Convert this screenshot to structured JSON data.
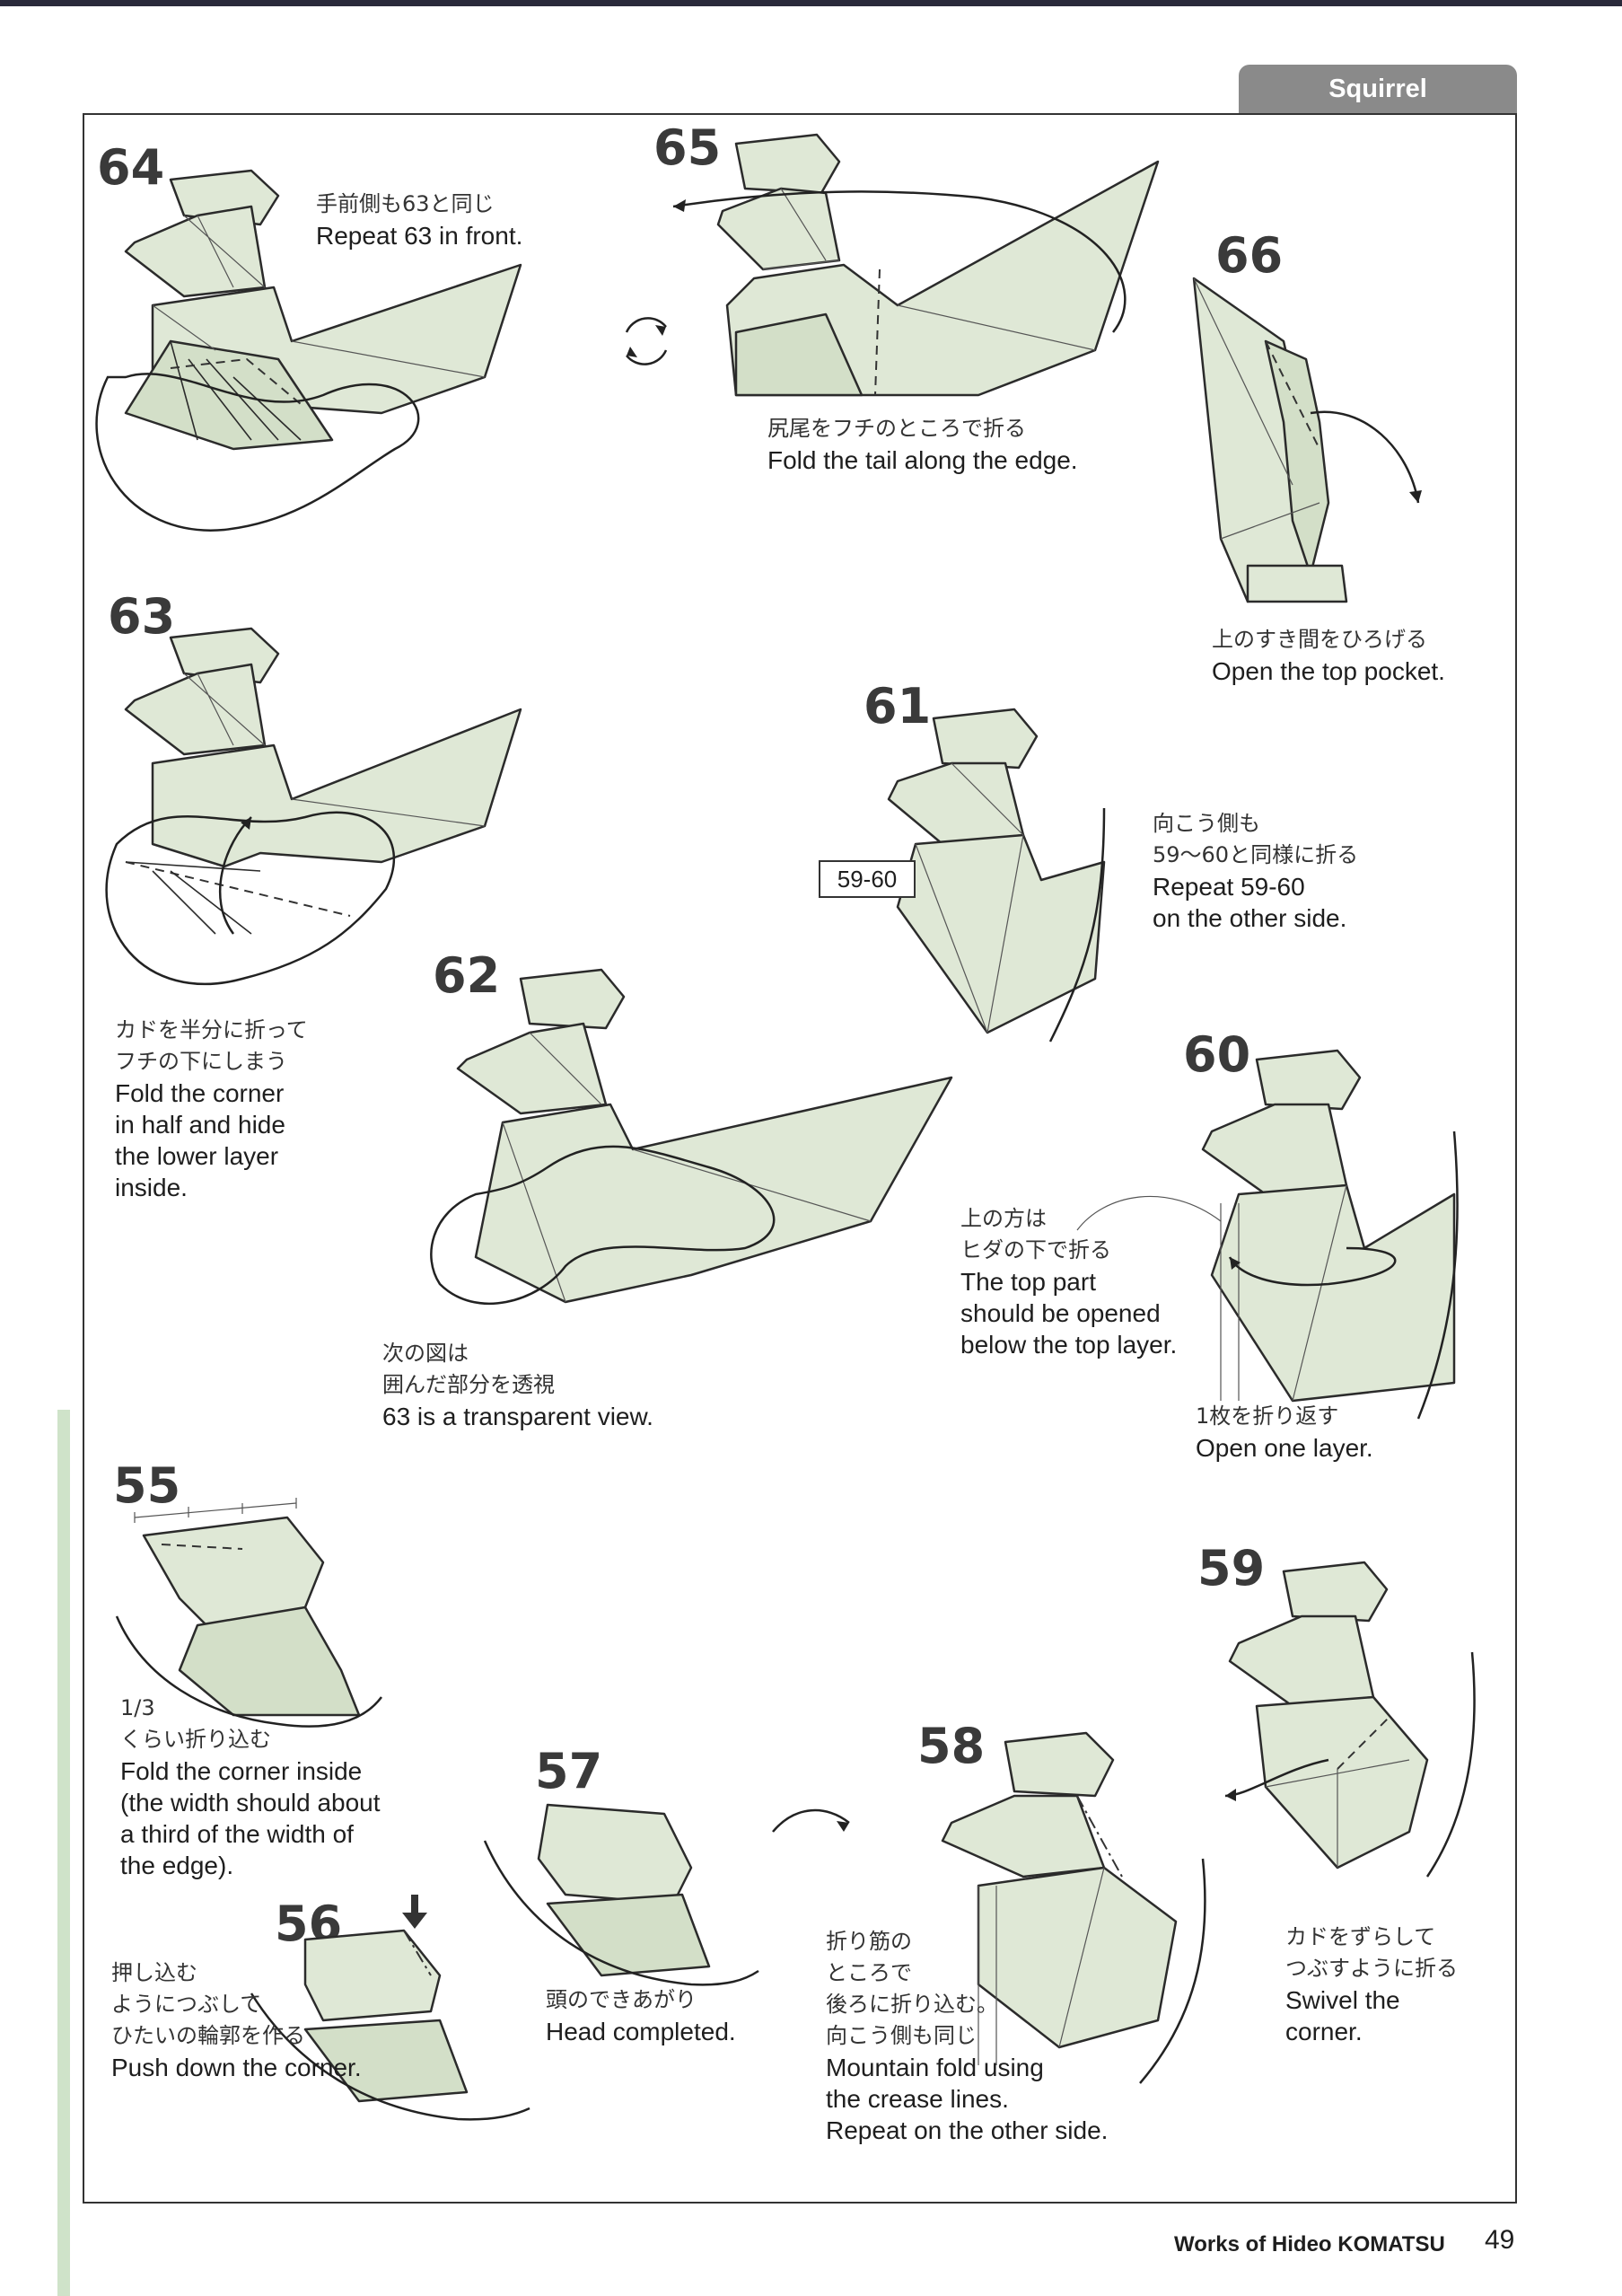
{
  "header": {
    "section_label": "Squirrel"
  },
  "steps": [
    {
      "id": "64",
      "number": "64",
      "jp": "手前側も63と同じ",
      "en": [
        "Repeat 63 in front."
      ]
    },
    {
      "id": "65",
      "number": "65",
      "jp": "尻尾をフチのところで折る",
      "en": [
        "Fold the tail along the edge."
      ]
    },
    {
      "id": "66",
      "number": "66",
      "jp": "上のすき間をひろげる",
      "en": [
        "Open the top pocket."
      ]
    },
    {
      "id": "63",
      "number": "63",
      "jp": [
        "カドを半分に折って",
        "フチの下にしまう"
      ],
      "en": [
        "Fold the corner",
        "in half and hide",
        "the lower layer",
        "inside."
      ]
    },
    {
      "id": "61",
      "number": "61",
      "jp": [
        "向こう側も",
        "59〜60と同様に折る"
      ],
      "en": [
        "Repeat 59-60",
        "on the other side."
      ],
      "ref_box": "59-60"
    },
    {
      "id": "62",
      "number": "62",
      "jp": [
        "次の図は",
        "囲んだ部分を透視"
      ],
      "en": [
        "63 is a transparent view."
      ]
    },
    {
      "id": "60",
      "number": "60",
      "jp": [
        "上の方は",
        "ヒダの下で折る"
      ],
      "en": [
        "The top part",
        "should be opened",
        "below the top layer."
      ],
      "jp2": "1枚を折り返す",
      "en2": "Open one layer."
    },
    {
      "id": "55",
      "number": "55",
      "fraction": "1/3",
      "jp": "くらい折り込む",
      "en": [
        "Fold the corner inside",
        "(the width should about",
        "a third of the width of",
        "the edge)."
      ]
    },
    {
      "id": "59",
      "number": "59",
      "jp": [
        "カドをずらして",
        "つぶすように折る"
      ],
      "en": [
        "Swivel the",
        "corner."
      ]
    },
    {
      "id": "57",
      "number": "57",
      "jp": "頭のできあがり",
      "en": [
        "Head completed."
      ]
    },
    {
      "id": "58",
      "number": "58",
      "jp": [
        "折り筋の",
        "ところで",
        "後ろに折り込む。",
        "向こう側も同じ"
      ],
      "en": [
        "Mountain fold using",
        "the crease lines.",
        "Repeat on the other side."
      ]
    },
    {
      "id": "56",
      "number": "56",
      "jp": [
        "押し込む",
        "ようにつぶして",
        "ひたいの輪郭を作る"
      ],
      "en": [
        "Push down the corner."
      ]
    }
  ],
  "footer": {
    "credit": "Works of Hideo KOMATSU",
    "page_number": "49"
  },
  "colors": {
    "paper": "#dfe8d6",
    "tab": "#8a8a8a",
    "line": "#2b2b2b"
  },
  "icons": [
    "turn-over-icon",
    "fold-arrow-icon",
    "push-down-arrow-icon",
    "next-step-arrow-icon"
  ]
}
